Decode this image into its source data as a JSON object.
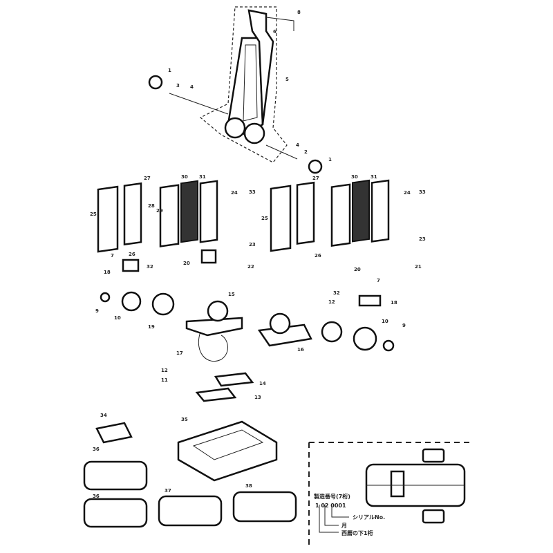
{
  "diagram": {
    "part_numbers": [
      "1",
      "2",
      "3",
      "4",
      "5",
      "6",
      "7",
      "8",
      "9",
      "10",
      "11",
      "12",
      "13",
      "14",
      "15",
      "16",
      "17",
      "18",
      "19",
      "20",
      "21",
      "22",
      "23",
      "24",
      "25",
      "26",
      "27",
      "28",
      "29",
      "30",
      "31",
      "32",
      "33",
      "34",
      "35",
      "36",
      "37",
      "38"
    ],
    "serial_legend": {
      "title": "製造番号(7桁)",
      "example": "1 02 0001",
      "serial_label": "シリアルNo.",
      "month_label": "月",
      "year_label": "西暦の下1桁"
    }
  }
}
